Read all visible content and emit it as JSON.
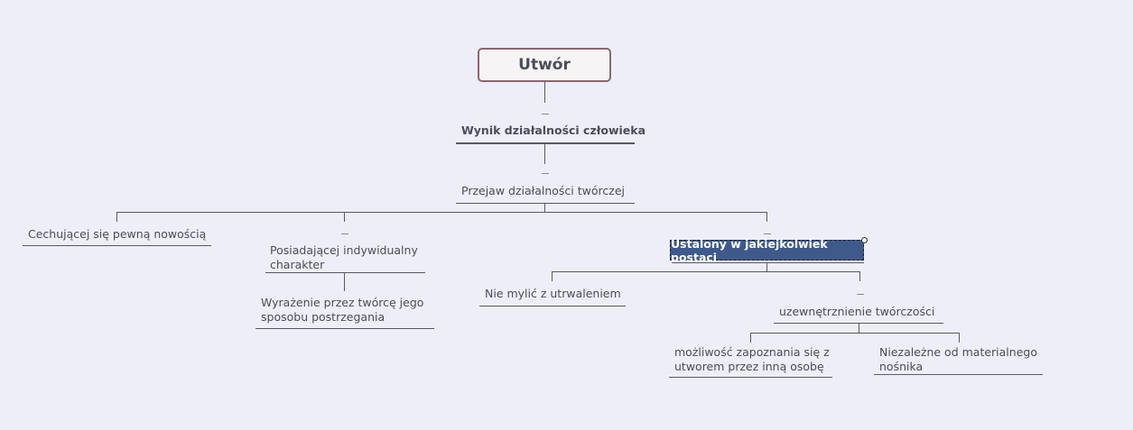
{
  "mindmap": {
    "root": "Utwór",
    "level1": "Wynik działalności człowieka",
    "level2": "Przejaw działalności twórczej",
    "branches": {
      "novelty": "Cechującej się pewną nowością",
      "individual": "Posiadającej indywidualny charakter",
      "individual_child": "Wyrażenie przez twórcę jego sposobu postrzegania",
      "fixed": "Ustalony w jakiejkolwiek postaci",
      "not_confuse": "Nie mylić z utrwaleniem",
      "externalization": "uzewnętrznienie twórczości",
      "possibility": "możliwość zapoznania się z utworem przez inną osobę",
      "independent": "Niezależne od materialnego nośnika"
    }
  },
  "colors": {
    "background": "#eeeef8",
    "line": "#555a68",
    "selected_fill": "#3f5a8a",
    "root_border": "#8a6670"
  }
}
